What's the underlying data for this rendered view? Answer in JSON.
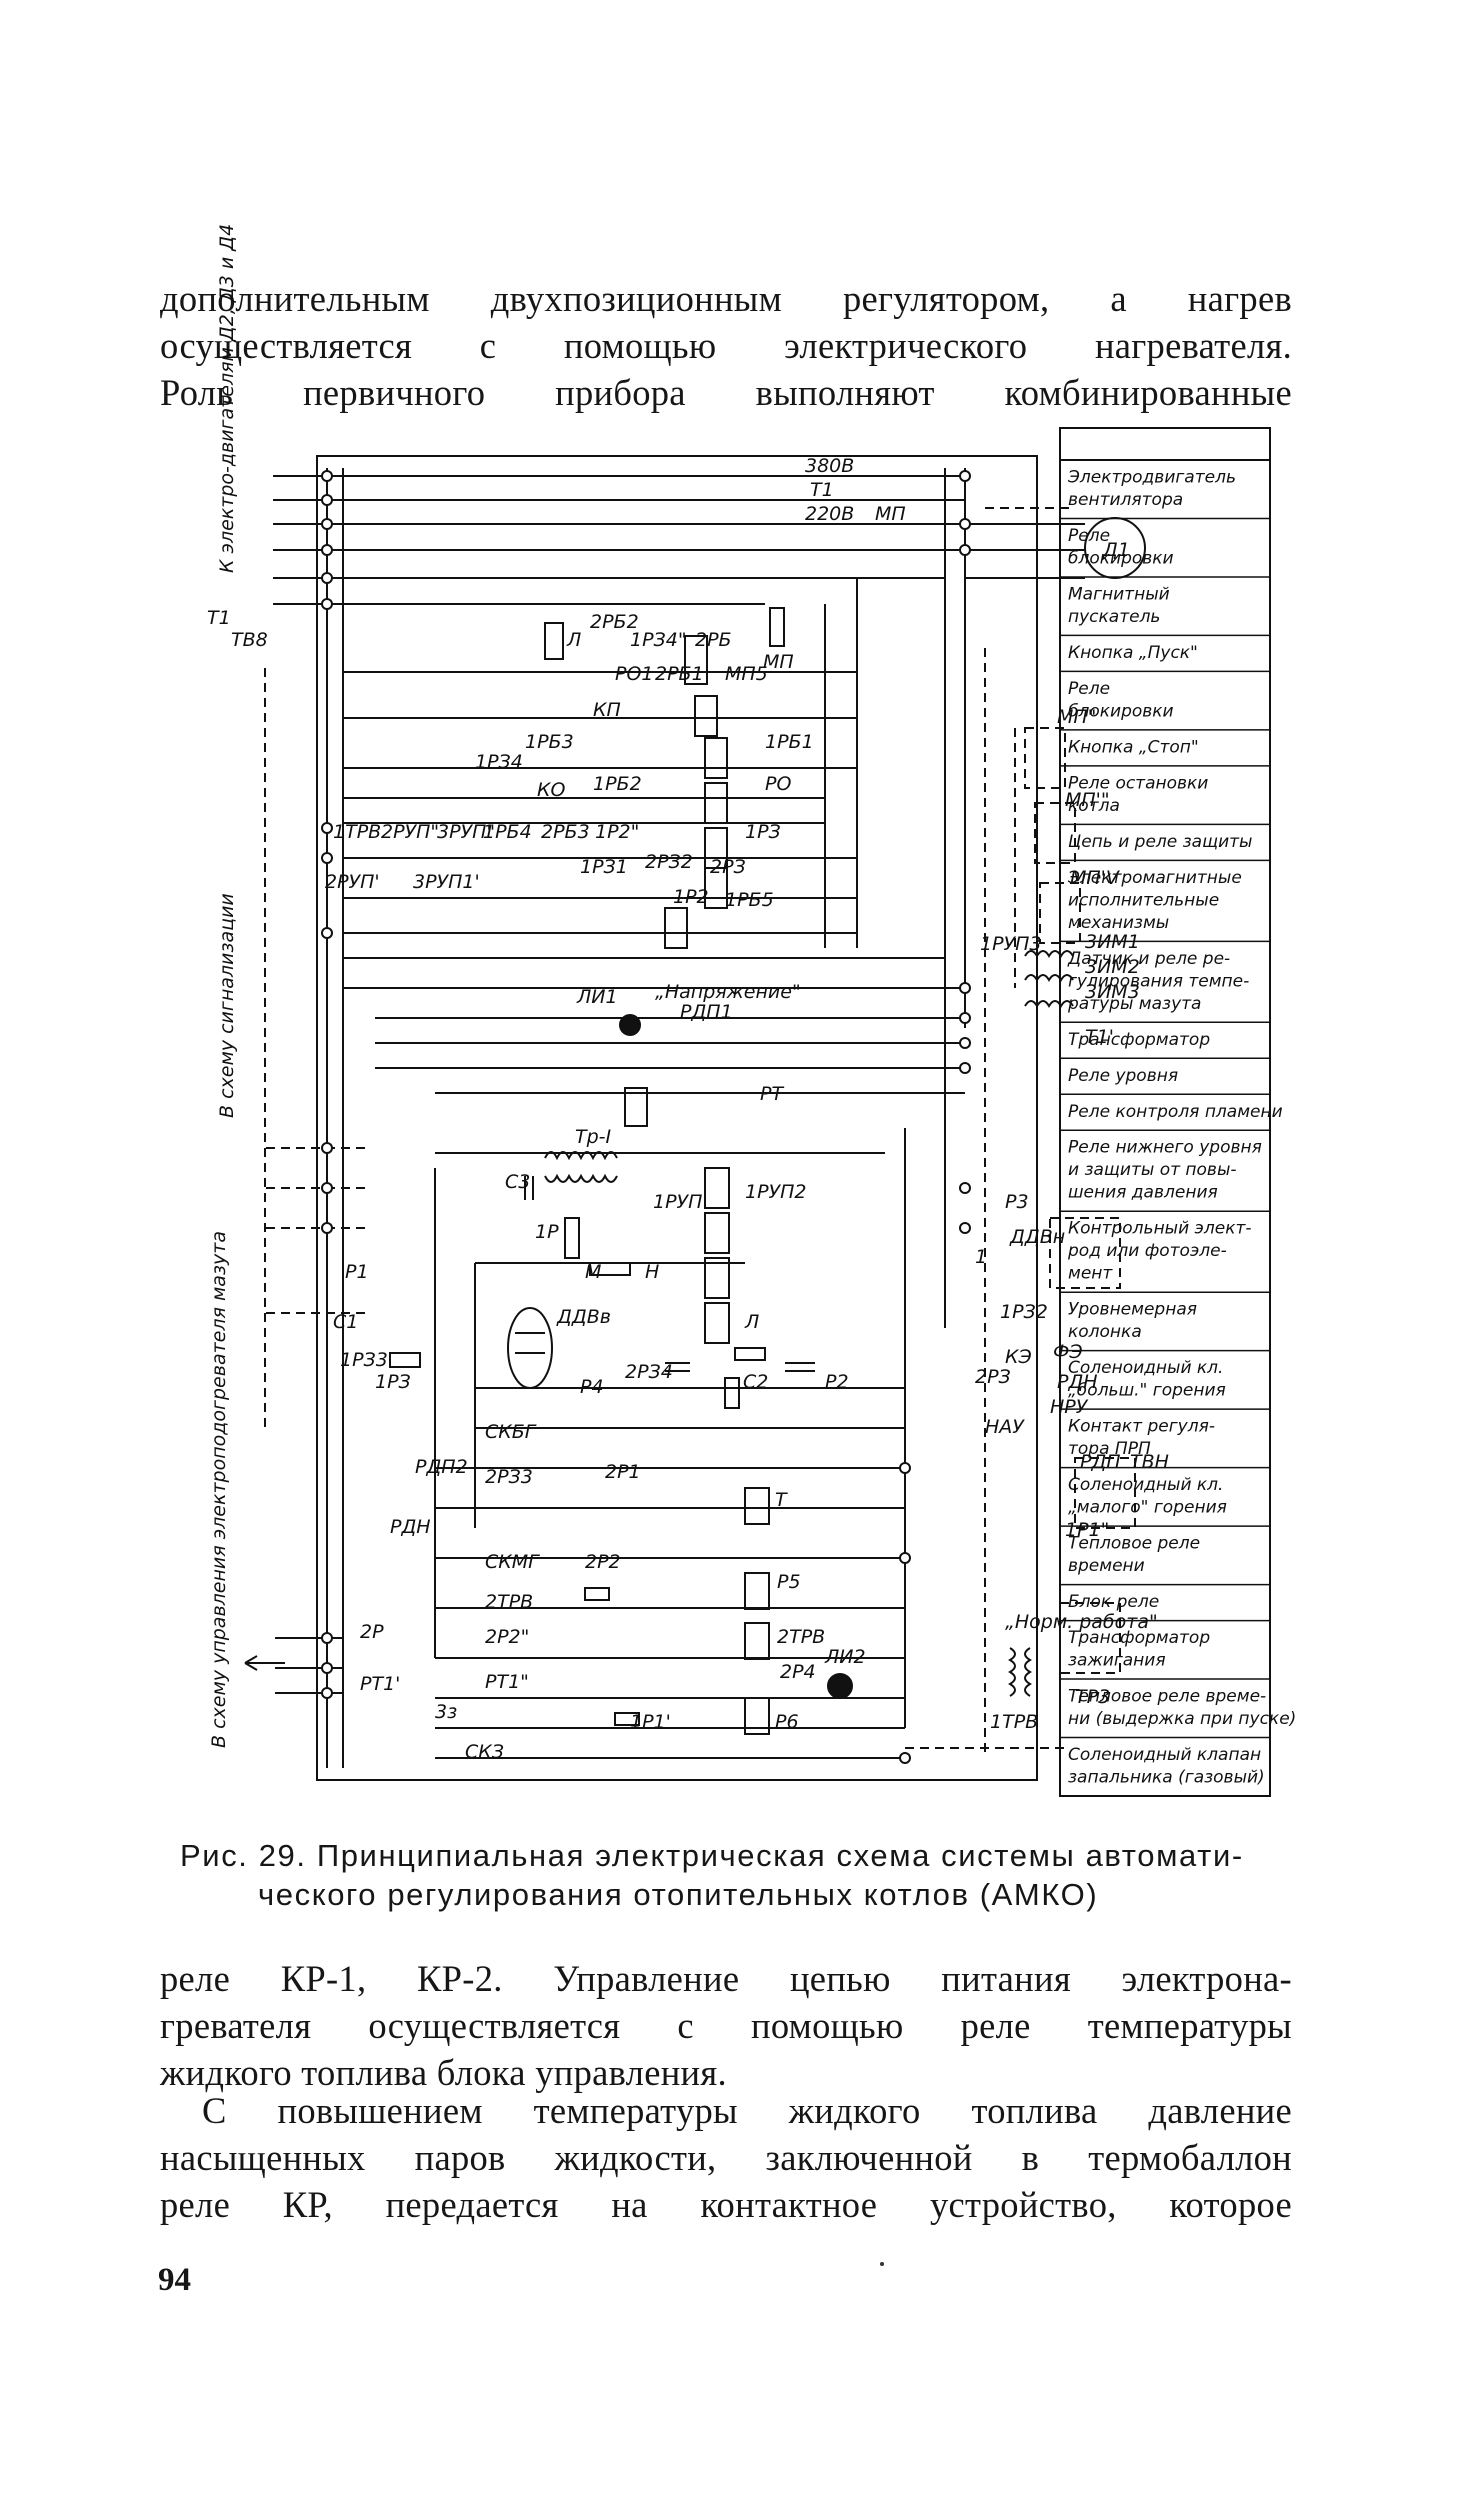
{
  "paragraphs": {
    "p1": [
      "дополнительным двухпозиционным регулятором, а нагрев",
      "осуществляется с помощью электрического нагревателя.",
      "Роль первичного прибора выполняют комбинированные"
    ],
    "p2": [
      "реле КР-1, КР-2. Управление цепью питания электрона-",
      "гревателя осуществляется с помощью реле температуры",
      "жидкого топлива блока управления."
    ],
    "p3": [
      "С повышением температуры жидкого топлива давление",
      "насыщенных паров жидкости, заключенной в термобаллон",
      "реле КР, передается на контактное устройство, которое"
    ]
  },
  "caption": {
    "line1": "Рис. 29. Принципиальная электрическая схема системы автомати-",
    "line2": "ческого регулирования отопительных котлов (АМКО)"
  },
  "page_number": "94",
  "legend": [
    [
      "Электродвигатель",
      "вентилятора"
    ],
    [
      "Реле",
      "блокировки"
    ],
    [
      "Магнитный",
      "пускатель"
    ],
    [
      "Кнопка „Пуск\""
    ],
    [
      "Реле",
      "блокировки"
    ],
    [
      "Кнопка „Стоп\""
    ],
    [
      "Реле остановки",
      "котла"
    ],
    [
      "Цепь и реле защиты"
    ],
    [
      "Электромагнитные",
      "исполнительные",
      "механизмы"
    ],
    [
      "Датчик и реле ре-",
      "гулирования темпе-",
      "ратуры мазута"
    ],
    [
      "Трансформатор"
    ],
    [
      "Реле уровня"
    ],
    [
      "Реле контроля пламени"
    ],
    [
      "Реле нижнего уровня",
      "и защиты от повы-",
      "шения давления"
    ],
    [
      "Контрольный элект-",
      "род или фотоэле-",
      "мент"
    ],
    [
      "Уровнемерная",
      "колонка"
    ],
    [
      "Соленоидный кл.",
      "„больш.\" горения"
    ],
    [
      "Контакт регуля-",
      "тора ПРП"
    ],
    [
      "Соленоидный кл.",
      "„малого\" горения"
    ],
    [
      "Тепловое реле",
      "времени"
    ],
    [
      "Блок реле"
    ],
    [
      "Трансформатор",
      "зажигания"
    ],
    [
      "Тепловое реле време-",
      "ни (выдержка при пуске)"
    ],
    [
      "Соленоидный клапан",
      "запальника (газовый)"
    ]
  ],
  "side_labels": {
    "motors": "К электро-двигателям Д2, Д3 и Д4",
    "signal": "В схему сигнализации",
    "heater": "В схему управления электроподогревателя мазута",
    "tv": "ТВ8",
    "t1": "Т1"
  },
  "diagram_labels": [
    "380В",
    "Т1",
    "220В",
    "МП",
    "Д1",
    "Л",
    "2РБ2",
    "1РЗ4\"",
    "2РБ",
    "РО1",
    "2РБ1",
    "МП5",
    "МП",
    "КП",
    "1РЗ4",
    "1РБ3",
    "1РБ1",
    "КО",
    "1РБ2",
    "РО",
    "1ТРВ",
    "2РУП\"",
    "3РУП\"",
    "1РБ4",
    "2РБ3",
    "1Р2\"",
    "1РЗ",
    "2РУП'",
    "3РУП1'",
    "1РЗ1",
    "2РЗ2",
    "2РЗ",
    "1Р2",
    "1РБ5",
    "МП\"",
    "МП'\"",
    "МП'V",
    "1РУП3",
    "3ИМ1",
    "3ИМ2",
    "3ИМ3",
    "ЛИ1",
    "„Напряжение\"",
    "РДП1",
    "Т1'",
    "РТ",
    "Тр-I",
    "С3",
    "1РУП",
    "1РУП2",
    "1Р",
    "М",
    "Н",
    "Р3",
    "ДДВн",
    "ДДВв",
    "Л",
    "Р1",
    "2РЗ4",
    "С2",
    "Р2",
    "С1",
    "1РЗ3",
    "1РЗ",
    "Р4",
    "1РЗ2",
    "КЭ",
    "ФЭ",
    "РДН",
    "НРУ",
    "НАУ",
    "СКБГ",
    "РДП2",
    "2РЗ3",
    "2Р1",
    "Т",
    "РДП",
    "ТВН",
    "РДН",
    "1Р1\"",
    "СКМГ",
    "2Р2",
    "Р5",
    "2ТРВ",
    "2Р2\"",
    "2ТРВ",
    "2Р",
    "РТ1'",
    "РТ1\"",
    "2Р4",
    "ЛИ2",
    "„Норм. работа\"",
    "ТР3",
    "3з",
    "1Р1'",
    "Р6",
    "1ТРВ",
    "СКЗ",
    "2РЗ",
    "1",
    "2"
  ]
}
